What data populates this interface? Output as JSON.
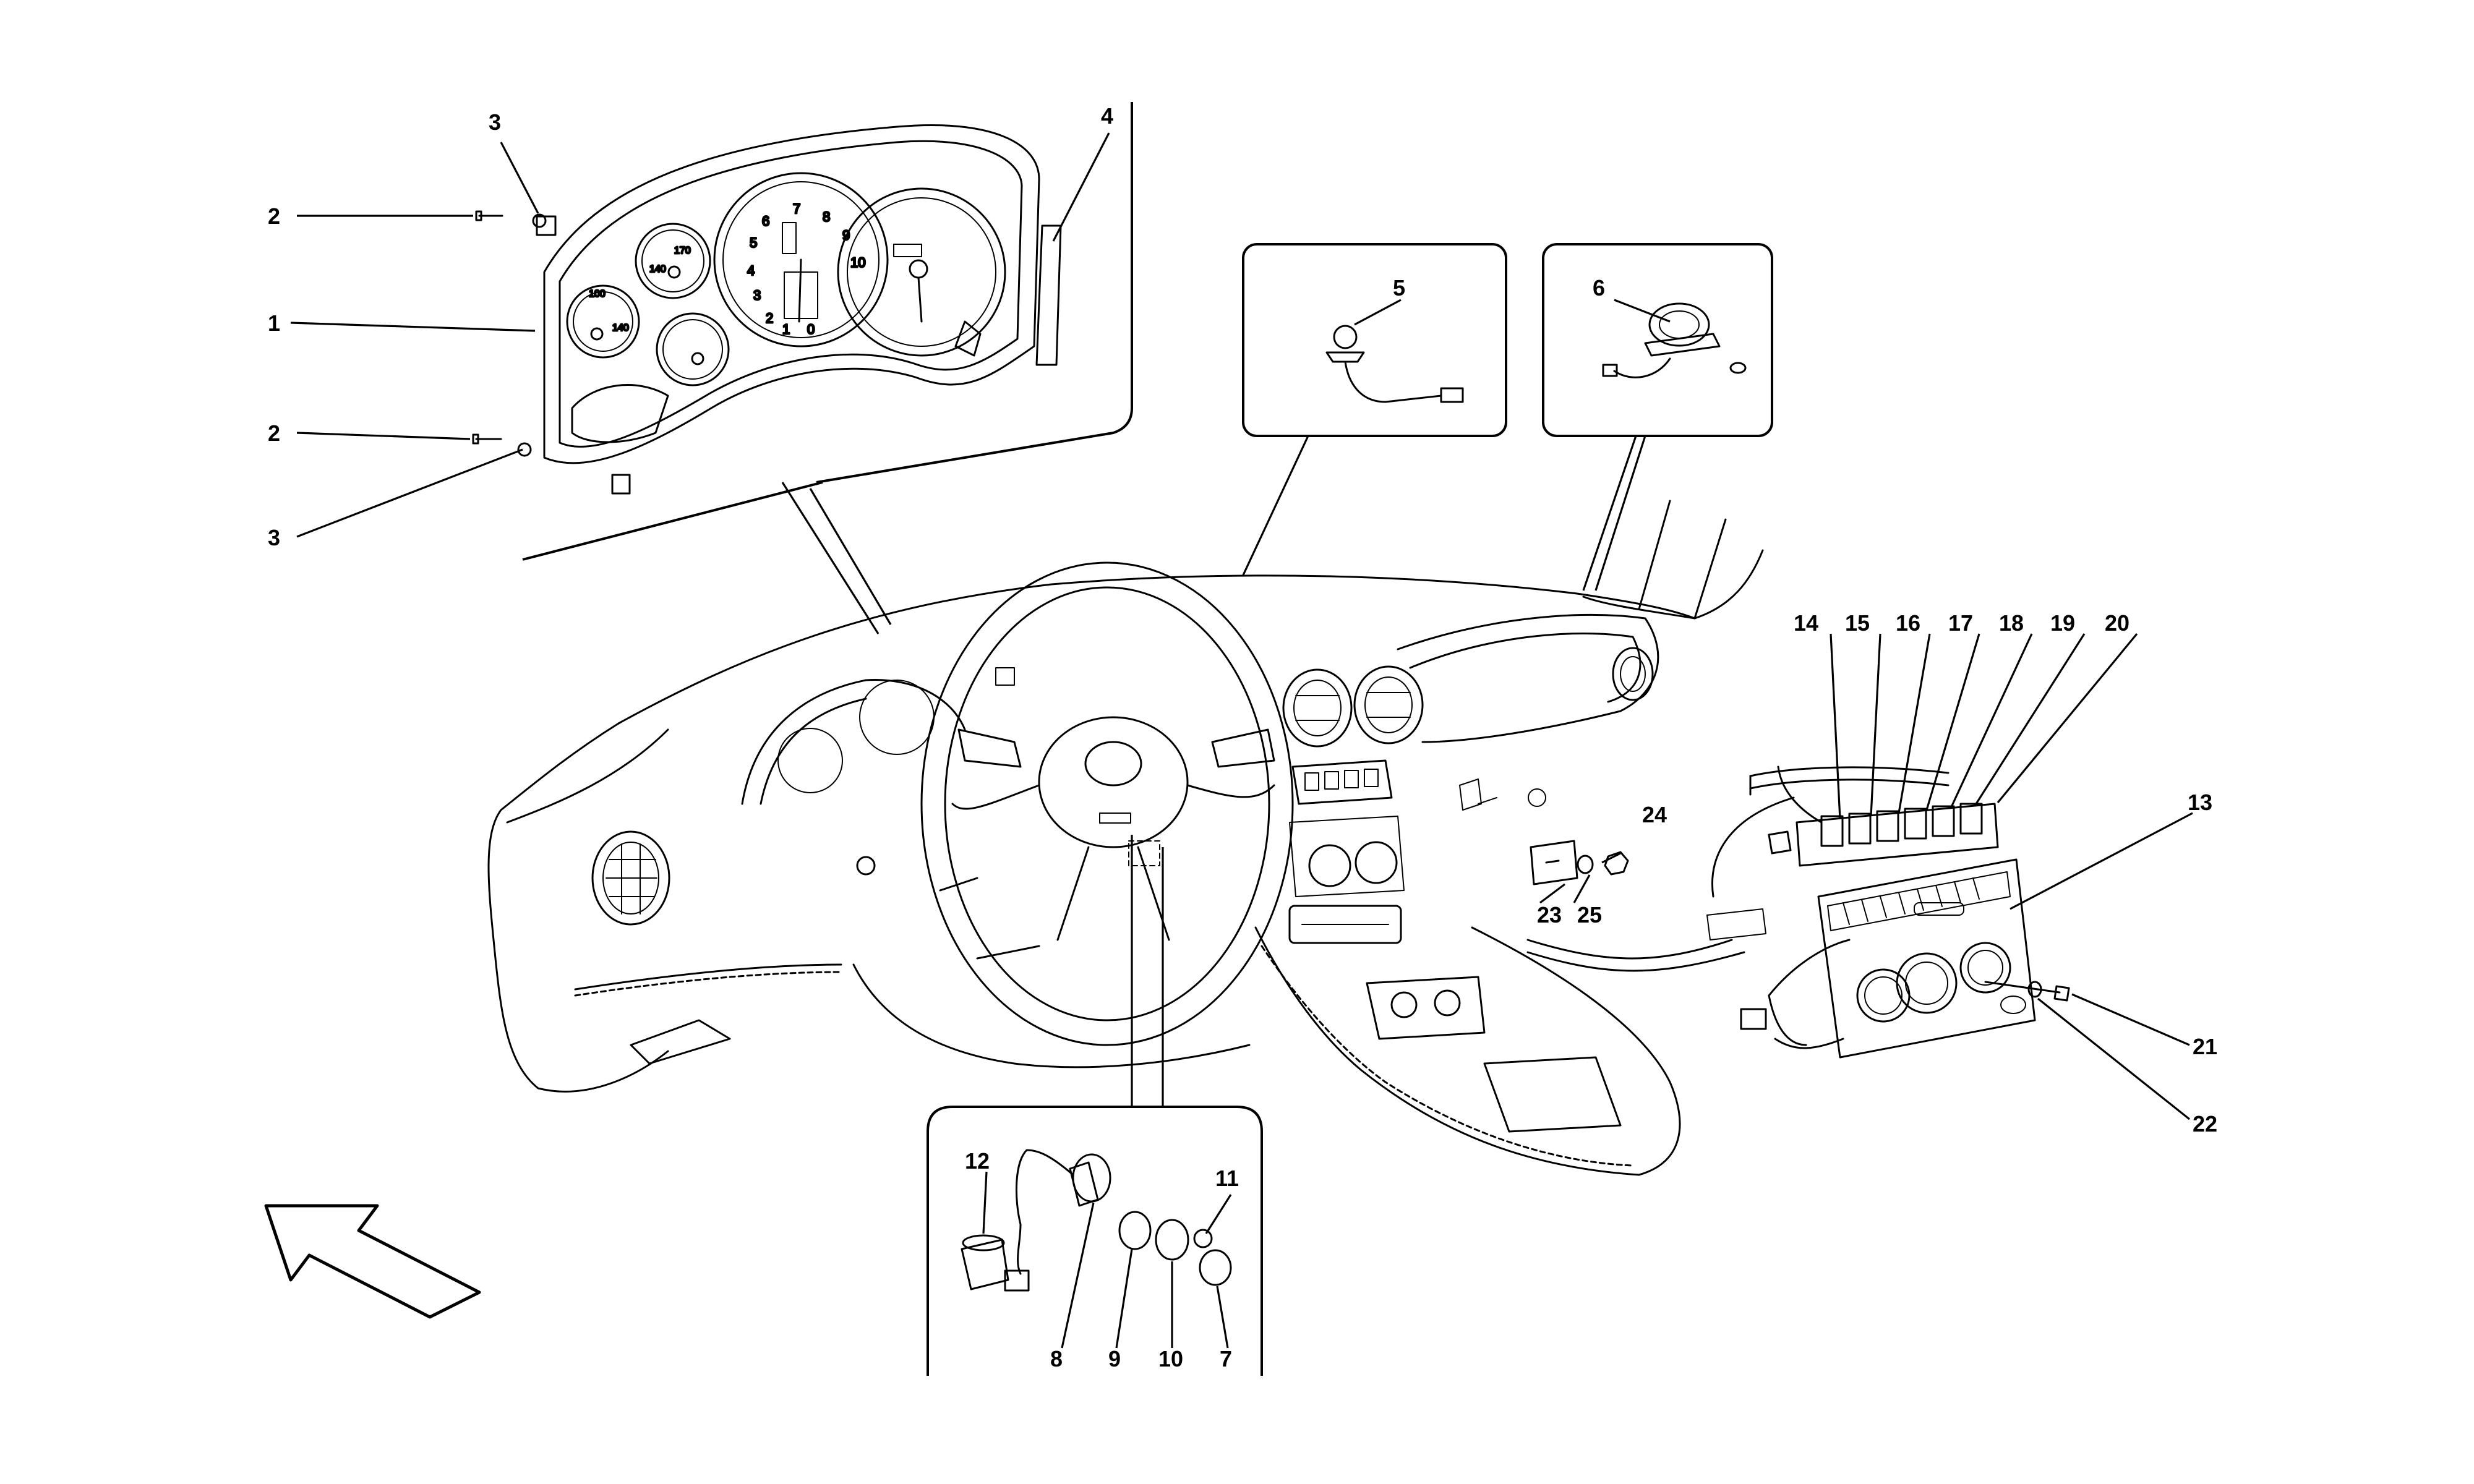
{
  "part_labels": {
    "p1": "1",
    "p2a": "2",
    "p2b": "2",
    "p3a": "3",
    "p3b": "3",
    "p4": "4",
    "p5": "5",
    "p6": "6",
    "p7": "7",
    "p8": "8",
    "p9": "9",
    "p10": "10",
    "p11": "11",
    "p12": "12",
    "p13": "13",
    "p14": "14",
    "p15": "15",
    "p16": "16",
    "p17": "17",
    "p18": "18",
    "p19": "19",
    "p20": "20",
    "p21": "21",
    "p22": "22",
    "p23": "23",
    "p24": "24",
    "p25": "25"
  },
  "cluster_gauge_text": {
    "tach_1": "1",
    "tach_2": "2",
    "tach_3": "3",
    "tach_4": "4",
    "tach_5": "5",
    "tach_6": "6",
    "tach_7": "7",
    "tach_8": "8",
    "tach_9": "9",
    "tach_10": "10",
    "tach_0": "0",
    "gauge_170": "170",
    "gauge_140a": "140",
    "gauge_100": "100",
    "gauge_140b": "140"
  }
}
